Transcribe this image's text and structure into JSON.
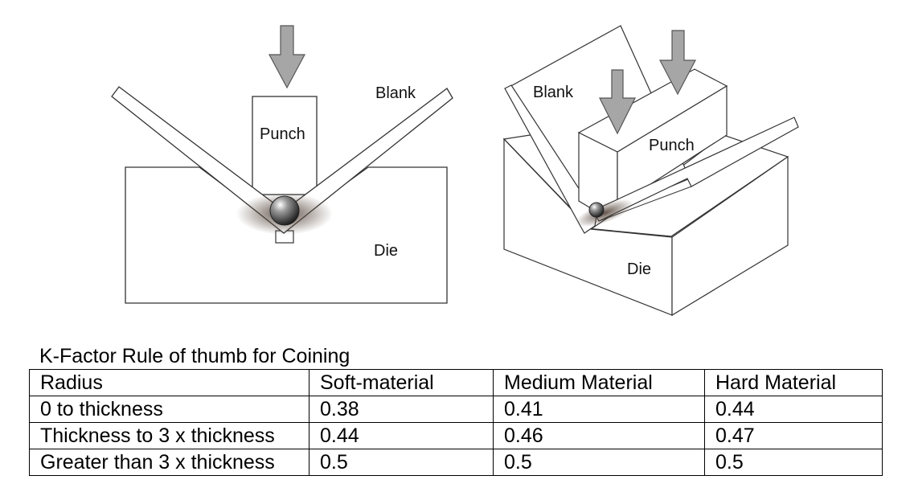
{
  "diagram_2d": {
    "blank_label": "Blank",
    "punch_label": "Punch",
    "die_label": "Die"
  },
  "diagram_3d": {
    "blank_label": "Blank",
    "punch_label": "Punch",
    "die_label": "Die"
  },
  "table": {
    "title": "K-Factor Rule of thumb for Coining",
    "headers": [
      "Radius",
      "Soft-material",
      "Medium Material",
      "Hard Material"
    ],
    "rows": [
      [
        "0 to thickness",
        "0.38",
        "0.41",
        "0.44"
      ],
      [
        "Thickness to 3 x thickness",
        "0.44",
        "0.46",
        "0.47"
      ],
      [
        "Greater than 3 x thickness",
        "0.5",
        "0.5",
        "0.5"
      ]
    ]
  }
}
